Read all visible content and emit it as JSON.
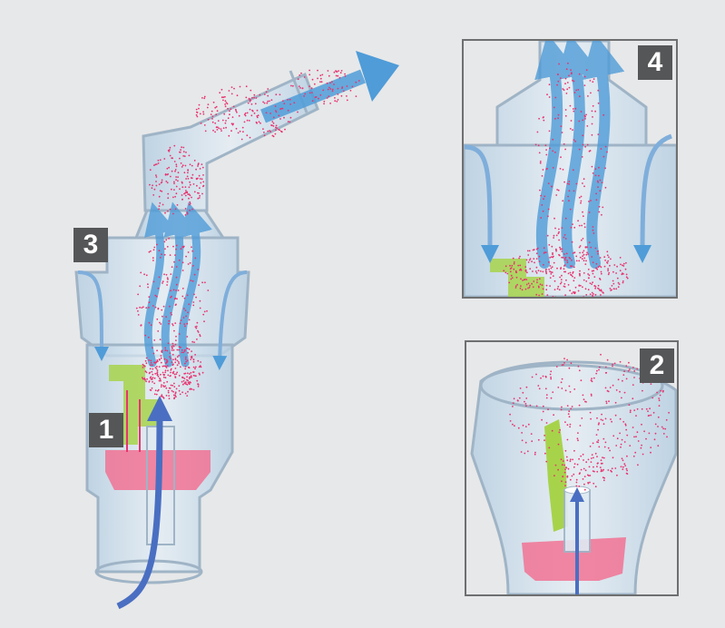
{
  "diagram": {
    "colors": {
      "background": "#e7e8e9",
      "device_body": "#c9dbe9",
      "device_outline": "#9fb4c6",
      "air_flow": "#4f9cd8",
      "inlet_flow": "#4a6fc2",
      "aerosol_particles": "#e8336f",
      "medication": "#f36b8e",
      "nozzle_baffle": "#a7d34b",
      "badge": "#555657",
      "panel_border": "#6e6f70"
    },
    "icons": {
      "flow_arrow": "arrow-icon",
      "particles": "aerosol-dots"
    },
    "steps": [
      {
        "label": "1"
      },
      {
        "label": "2"
      },
      {
        "label": "3"
      },
      {
        "label": "4"
      }
    ]
  }
}
